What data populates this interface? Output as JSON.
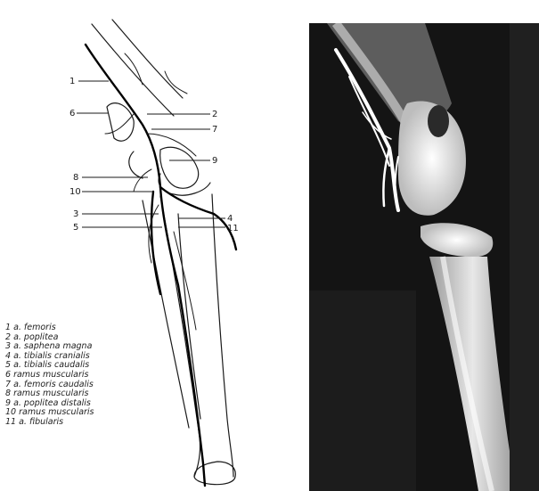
{
  "callouts": [
    "1",
    "6",
    "2",
    "7",
    "9",
    "8",
    "10",
    "3",
    "4",
    "5",
    "11"
  ],
  "legend": [
    "1 a. femoris",
    "2 a. poplitea",
    "3 a. saphena magna",
    "4 a. tibialis cranialis",
    "5 a. tibialis caudalis",
    "6 ramus muscularis",
    "7 a. femoris caudalis",
    "8 ramus muscularis",
    "9 a. poplitea distalis",
    "10 ramus muscularis",
    "11 a. fibularis"
  ]
}
